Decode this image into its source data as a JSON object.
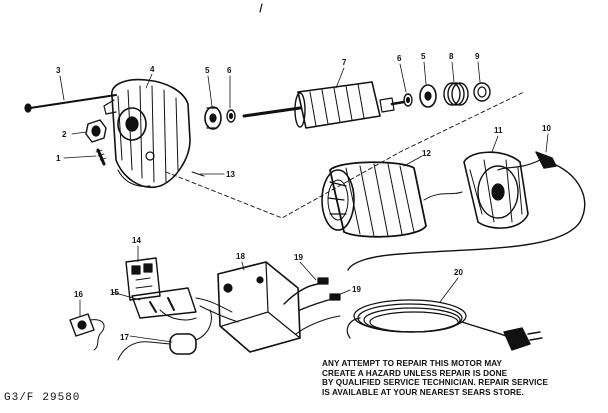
{
  "parts": {
    "p1": "1",
    "p2": "2",
    "p3": "3",
    "p4": "4",
    "p5": "5",
    "p6": "6",
    "p7": "7",
    "p8": "8",
    "p9": "9",
    "p10": "10",
    "p11": "11",
    "p12": "12",
    "p13": "13",
    "p14": "14",
    "p15": "15",
    "p16": "16",
    "p17": "17",
    "p18": "18",
    "p19": "19",
    "p20": "20"
  },
  "warning_lines": [
    "ANY ATTEMPT TO REPAIR THIS MOTOR MAY",
    "CREATE A HAZARD UNLESS REPAIR IS DONE",
    "BY QUALIFIED SERVICE TECHNICIAN. REPAIR SERVICE",
    "IS AVAILABLE AT YOUR NEAREST SEARS STORE."
  ],
  "figure_code": {
    "prefix": "G3/F",
    "number": "29580"
  }
}
